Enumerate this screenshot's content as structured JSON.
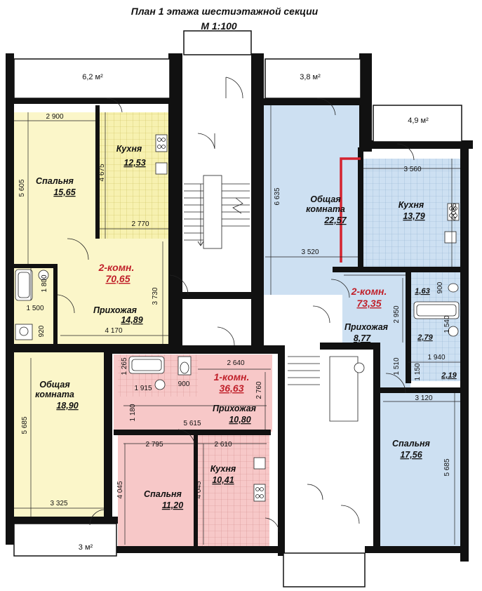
{
  "header": {
    "title": "План 1 этажа шестиэтажной секции",
    "scale": "М 1:100"
  },
  "colors": {
    "apartment_2k_left": "#fbf6c9",
    "kitchen_left": "#f7f1b0",
    "apartment_1k": "#f7c8c8",
    "apartment_2k_right": "#cde0f2",
    "corridor_accent": "#c0202a"
  },
  "balconies": {
    "top_left": "6,2 м²",
    "top_middle": "3,8 м²",
    "top_right": "4,9 м²",
    "bottom_left": "3 м²"
  },
  "apartments": {
    "left": {
      "label": "2-комн.",
      "area": "70,65"
    },
    "center": {
      "label": "1-комн.",
      "area": "36,63"
    },
    "right": {
      "label": "2-комн.",
      "area": "73,35"
    }
  },
  "rooms": {
    "bedroom_left": {
      "name": "Спальня",
      "area": "15,65"
    },
    "kitchen_left": {
      "name": "Кухня",
      "area": "12,53"
    },
    "hall_left": {
      "name": "Прихожая",
      "area": "14,89"
    },
    "living_left": {
      "name1": "Общая",
      "name2": "комната",
      "area": "18,90"
    },
    "living_right": {
      "name1": "Общая",
      "name2": "комната",
      "area": "22,57"
    },
    "kitchen_right": {
      "name": "Кухня",
      "area": "13,79"
    },
    "hall_right": {
      "name": "Прихожая",
      "area": "8,77"
    },
    "bath_right_a": {
      "area": "1,63"
    },
    "bath_right_b": {
      "area": "2,79"
    },
    "bath_right_c": {
      "area": "2,19"
    },
    "hall_center": {
      "name": "Прихожая",
      "area": "10,80"
    },
    "kitchen_center": {
      "name": "Кухня",
      "area": "10,41"
    },
    "bedroom_center": {
      "name": "Спальня",
      "area": "11,20"
    },
    "bedroom_right": {
      "name": "Спальня",
      "area": "17,56"
    }
  },
  "dimensions": {
    "d2900": "2 900",
    "d5605": "5 605",
    "d4675": "4 675",
    "d2770": "2 770",
    "d1800": "1 800",
    "d1500": "1 500",
    "d3730": "3 730",
    "d920": "920",
    "d4170": "4 170",
    "d5685l": "5 685",
    "d3325": "3 325",
    "d6635": "6 635",
    "d3520": "3 520",
    "d3560": "3 560",
    "d4085": "4 085",
    "d2410": "2 410",
    "d900r": "900",
    "d2950": "2 950",
    "d1540": "1 540",
    "d1510": "1 510",
    "d1150": "1 150",
    "d1940": "1 940",
    "d3120": "3 120",
    "d5685r": "5 685",
    "d2640": "2 640",
    "d1265": "1 265",
    "d1915": "1 915",
    "d900c": "900",
    "d2760": "2 760",
    "d1180": "1 180",
    "d5615": "5 615",
    "d2795": "2 795",
    "d2610": "2 610",
    "d4045a": "4 045",
    "d4045b": "4 045"
  }
}
